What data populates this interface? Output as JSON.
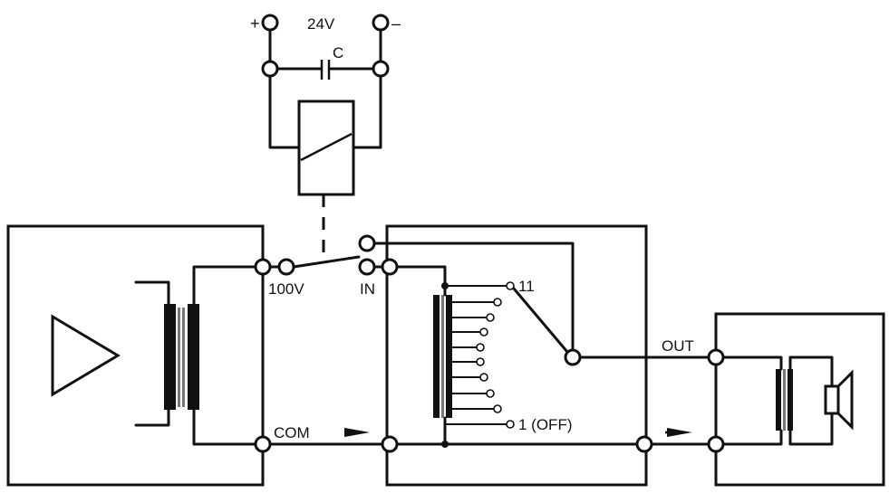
{
  "diagram": {
    "supply": {
      "plus_label": "+",
      "minus_label": "–",
      "voltage_label": "24V",
      "capacitor_label": "C"
    },
    "labels": {
      "input_100v": "100V",
      "relay_in": "IN",
      "common": "COM",
      "output": "OUT",
      "tap_top": "11",
      "tap_bottom": "1 (OFF)"
    }
  }
}
